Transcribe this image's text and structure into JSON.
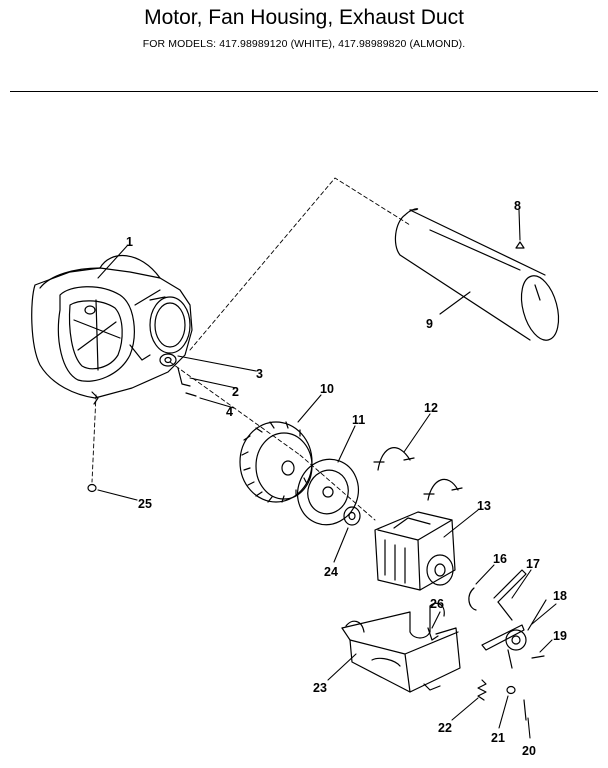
{
  "title": "Motor, Fan Housing, Exhaust Duct",
  "subtitle": "FOR MODELS:  417.98989120 (WHITE), 417.98989820 (ALMOND).",
  "callouts": [
    "1",
    "2",
    "3",
    "4",
    "8",
    "9",
    "10",
    "11",
    "12",
    "13",
    "16",
    "17",
    "18",
    "19",
    "20",
    "21",
    "22",
    "23",
    "24",
    "25",
    "26"
  ]
}
